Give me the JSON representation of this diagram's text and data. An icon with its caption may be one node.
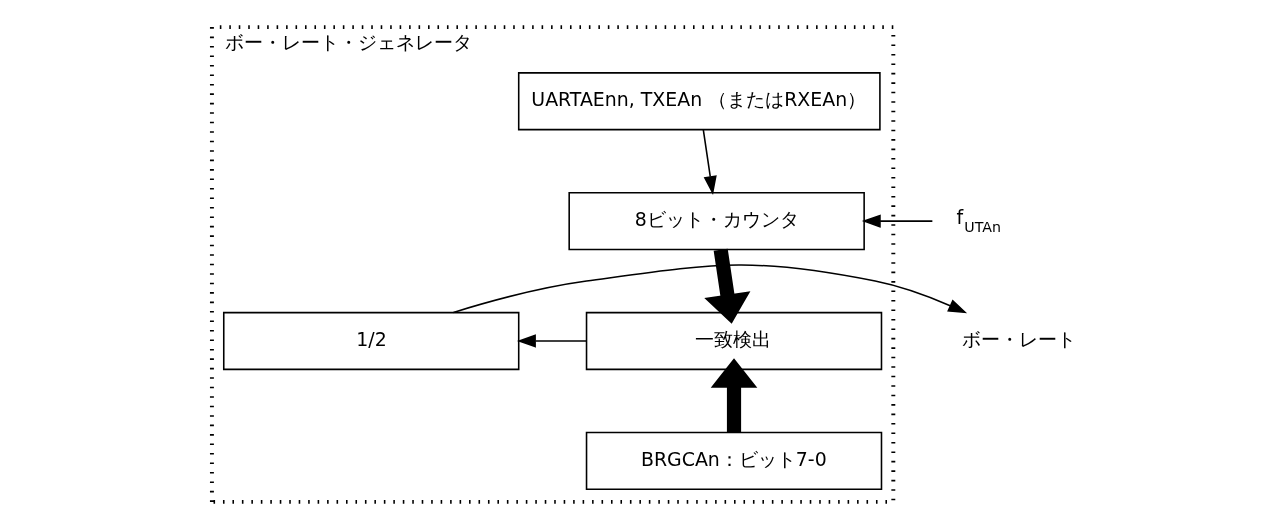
{
  "diagram": {
    "nodes": [
      {
        "text": [
          "ボー・レート・ジェネレータ"
        ]
      },
      {
        "text": [
          "UARTAEnn, TXEAn （またはRXEAn）"
        ],
        "in": 0
      },
      {
        "text": [
          "8ビット・カウンタ"
        ],
        "in": 0
      },
      {
        "text": [
          "一致検出"
        ],
        "in": 0
      },
      {
        "text": [
          "1/2"
        ],
        "in": 0
      },
      {
        "text": [
          "BRGCAn：ビット7-0"
        ],
        "in": 0
      },
      {
        "text": [
          "f$_{UTAn}$"
        ]
      },
      {
        "text": [
          "ボー・レート"
        ]
      }
    ],
    "edges": [
      {
        "from": 1,
        "to": 2,
        "arrow": "to"
      },
      {
        "from": 6,
        "to": 2,
        "arrow": "to"
      },
      {
        "from": 2,
        "to": 3,
        "arrow": "to",
        "style": "thick"
      },
      {
        "from": 5,
        "to": 3,
        "arrow": "to",
        "style": "thick"
      },
      {
        "from": 3,
        "to": 4,
        "arrow": "to"
      },
      {
        "from": 4,
        "to": 7,
        "arrow": "to"
      }
    ]
  }
}
